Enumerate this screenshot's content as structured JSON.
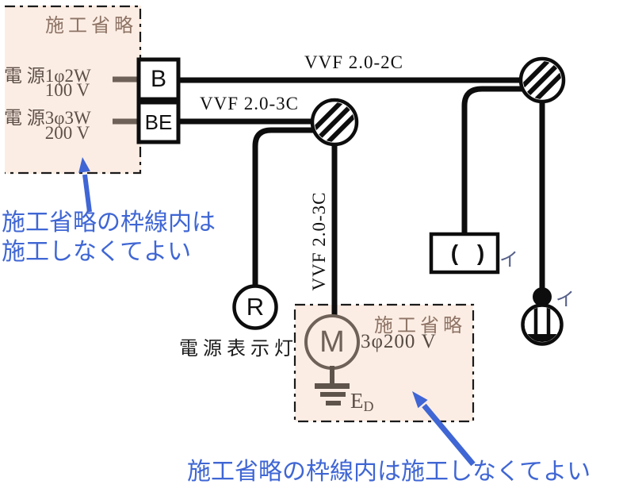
{
  "notes": {
    "top_line1": "施工省略の枠線内は",
    "top_line2": "施工しなくてよい",
    "bottom": "施工省略の枠線内は施工しなくてよい"
  },
  "omission_top": {
    "label": "施工省略",
    "sources": [
      {
        "spec": "電 源1φ2W",
        "voltage": "100 V"
      },
      {
        "spec": "電 源3φ3W",
        "voltage": "200 V"
      }
    ]
  },
  "omission_bottom": {
    "label": "施工省略",
    "motor_letter": "M",
    "motor_spec": "3φ200 V",
    "ground_label": "E",
    "ground_label_sub": "D"
  },
  "breakers": [
    {
      "label": "B"
    },
    {
      "label": "BE"
    }
  ],
  "cables": {
    "branch_2c": "VVF 2.0-2C",
    "branch_3c": "VVF 2.0-3C",
    "drop_3c": "VVF 2.0-3C"
  },
  "devices": {
    "indicator_lamp_letter": "R",
    "indicator_lamp_label": "電源表示灯",
    "rosette_glyph": "( )",
    "rosette_circuit": "イ",
    "pendant_circuit": "イ"
  },
  "colors": {
    "accent_blue": "#3f66d4",
    "omission_bg": "#fcede4",
    "omission_label": "#8d7365",
    "source_text": "#5d5048",
    "wire": "#0d0d0d",
    "motor_stroke": "#6e6157"
  }
}
